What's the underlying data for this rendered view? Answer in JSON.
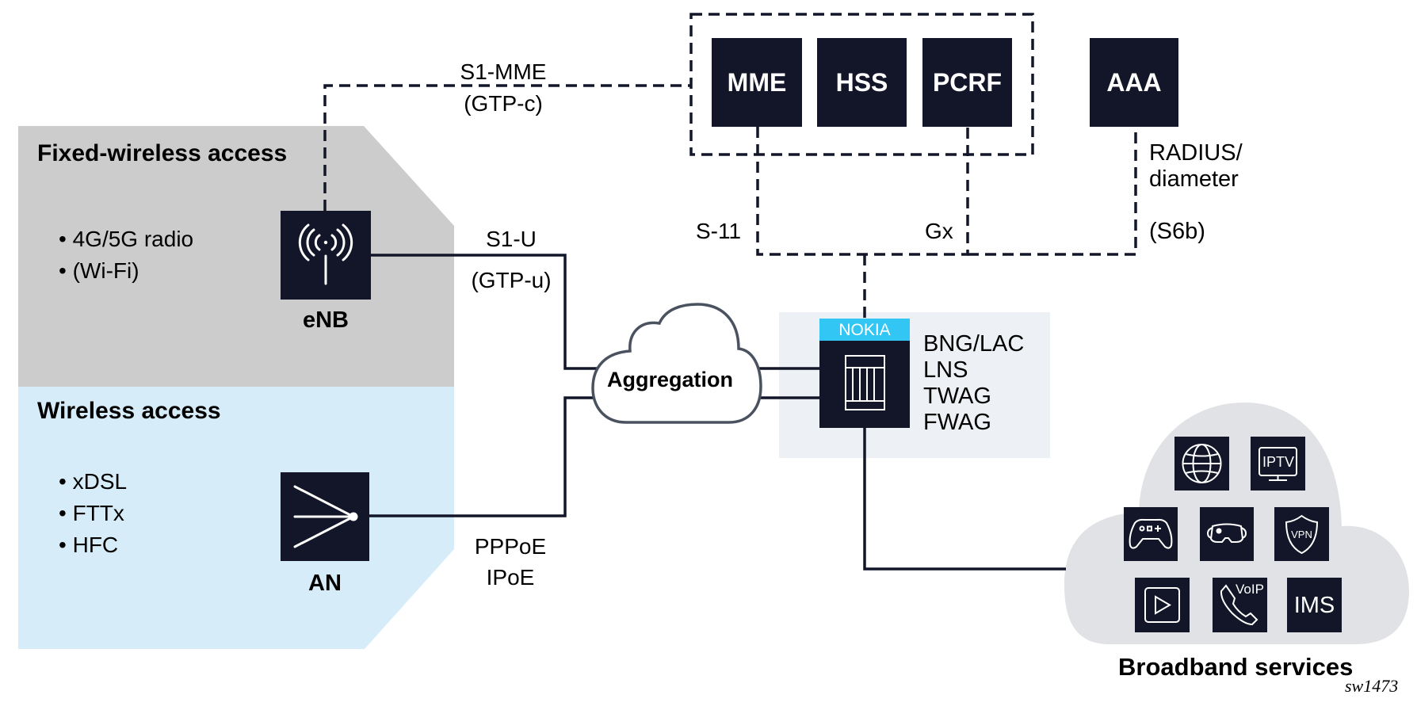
{
  "colors": {
    "node_fill": "#121628",
    "fixed_wireless_bg": "#cccccc",
    "wireless_bg": "#d6ecf9",
    "bng_panel_bg": "#edf0f4",
    "services_cloud_bg": "#e1e2e5",
    "nokia_header": "#32c6f4",
    "line": "#121628",
    "cloud_stroke": "#4a5260"
  },
  "access": {
    "fixed_wireless": {
      "title": "Fixed-wireless access",
      "bullets": [
        "4G/5G radio",
        "(Wi-Fi)"
      ],
      "node": {
        "label": "eNB",
        "icon": "radio-tower-icon"
      }
    },
    "wireless": {
      "title": "Wireless access",
      "bullets": [
        "xDSL",
        "FTTx",
        "HFC"
      ],
      "node": {
        "label": "AN",
        "icon": "splitter-icon"
      }
    }
  },
  "interfaces": {
    "s1_mme": [
      "S1-MME",
      "(GTP-c)"
    ],
    "s1_u": [
      "S1-U",
      "(GTP-u)"
    ],
    "pppoe": [
      "PPPoE",
      "IPoE"
    ],
    "s11": "S-11",
    "gx": "Gx",
    "radius": [
      "RADIUS/",
      "diameter"
    ],
    "s6b": "(S6b)"
  },
  "core": {
    "nodes": [
      "MME",
      "HSS",
      "PCRF"
    ],
    "aaa": "AAA"
  },
  "aggregation": {
    "label": "Aggregation"
  },
  "bng": {
    "vendor": "NOKIA",
    "icon": "router-chassis-icon",
    "functions": [
      "BNG/LAC",
      "LNS",
      "TWAG",
      "FWAG"
    ]
  },
  "services": {
    "title": "Broadband services",
    "items": [
      {
        "name": "internet",
        "icon": "globe-icon"
      },
      {
        "name": "IPTV",
        "icon": "tv-icon",
        "text": "IPTV"
      },
      {
        "name": "gaming",
        "icon": "gamepad-icon"
      },
      {
        "name": "VR",
        "icon": "vr-headset-icon"
      },
      {
        "name": "VPN",
        "icon": "shield-icon",
        "text": "VPN"
      },
      {
        "name": "video",
        "icon": "play-icon"
      },
      {
        "name": "VoIP",
        "icon": "phone-icon",
        "text": "VoIP"
      },
      {
        "name": "IMS",
        "icon": "ims-icon",
        "text": "IMS"
      }
    ]
  },
  "figure_id": "sw1473"
}
